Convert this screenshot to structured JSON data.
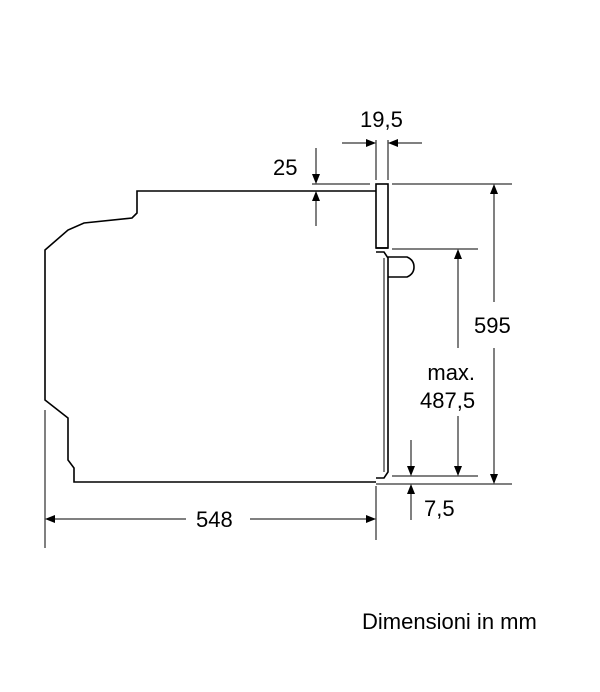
{
  "diagram": {
    "dimensions": {
      "width": "548",
      "height": "595",
      "door_thickness": "19,5",
      "top_offset": "25",
      "handle_max_prefix": "max.",
      "handle_max_value": "487,5",
      "bottom_offset": "7,5"
    },
    "caption": "Dimensioni in mm"
  },
  "colors": {
    "line": "#000000",
    "background": "#ffffff"
  }
}
